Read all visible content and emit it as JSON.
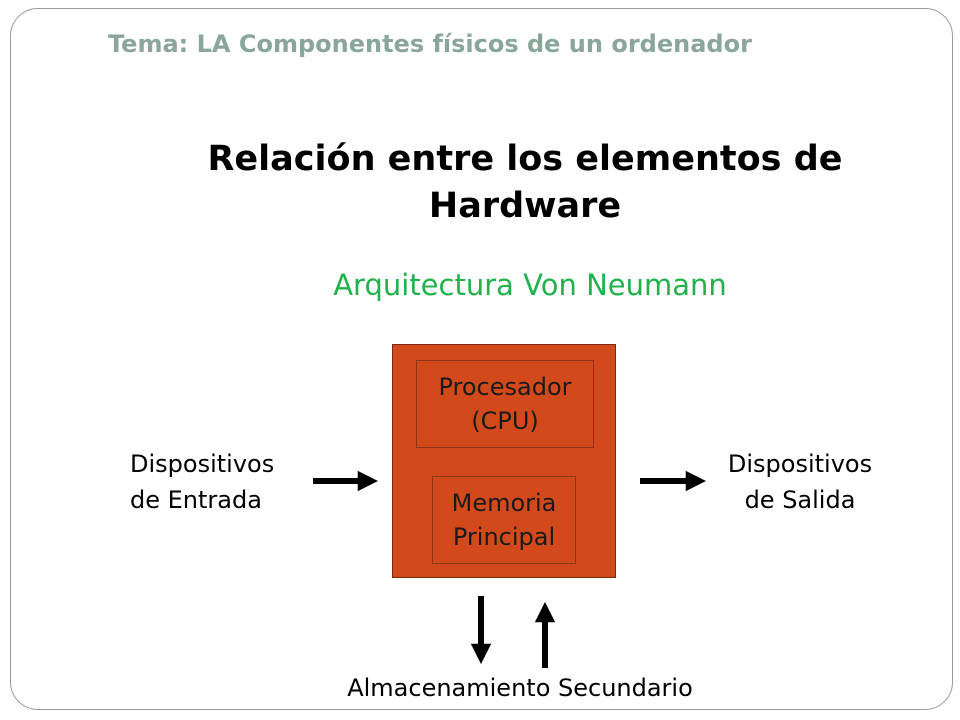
{
  "topic": "Tema: LA Componentes físicos de un ordenador",
  "heading": "Relación entre los elementos de\nHardware",
  "subtitle": "Arquitectura Von Neumann",
  "diagram": {
    "cpu": "Procesador\n(CPU)",
    "memory": "Memoria\nPrincipal",
    "input": "Dispositivos\nde Entrada",
    "output": "Dispositivos\nde Salida",
    "storage": "Almacenamiento Secundario"
  },
  "colors": {
    "topic": "#8aa69a",
    "subtitle": "#22b14c",
    "block": "#d24a1c"
  }
}
